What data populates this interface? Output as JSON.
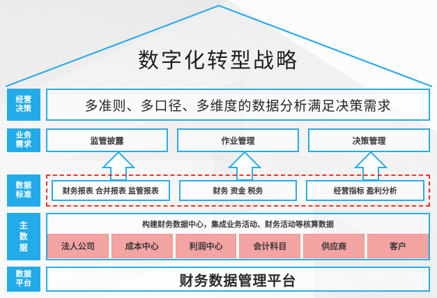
{
  "diagram": {
    "title": "数字化转型战略",
    "colors": {
      "accent_blue": "#29ABE8",
      "tag_blue": "#22ABE8",
      "dashed_red": "#EE3124",
      "pink": "#F4A3A3",
      "background": "#F7F7F7"
    },
    "roof": {
      "name": "roof-outline"
    },
    "layers": [
      {
        "id": "decision",
        "tag_lines": [
          "经营",
          "决策"
        ],
        "content": "多准则、多口径、多维度的数据分析满足决策需求"
      },
      {
        "id": "business",
        "tag_lines": [
          "业务",
          "需求"
        ],
        "boxes": [
          "监管披露",
          "作业管理",
          "决策管理"
        ]
      },
      {
        "id": "standard",
        "tag_lines": [
          "数据",
          "标准"
        ],
        "boxes": [
          "财务报表  合并报表  监管报表",
          "财务  资金  税务",
          "经营指标  盈利分析"
        ]
      },
      {
        "id": "master",
        "tag_lines": [
          "主",
          "数",
          "据"
        ],
        "description": "构建财务数据中心，集成业务活动、财务活动等核算数据",
        "items": [
          "法人公司",
          "成本中心",
          "利润中心",
          "会计科目",
          "供应商",
          "客户"
        ]
      },
      {
        "id": "platform",
        "tag_lines": [
          "数据",
          "平台"
        ],
        "content": "财务数据管理平台"
      }
    ],
    "arrows": [
      {
        "name": "arrow-up-regulatory"
      },
      {
        "name": "arrow-up-operations"
      },
      {
        "name": "arrow-up-decision"
      }
    ]
  }
}
